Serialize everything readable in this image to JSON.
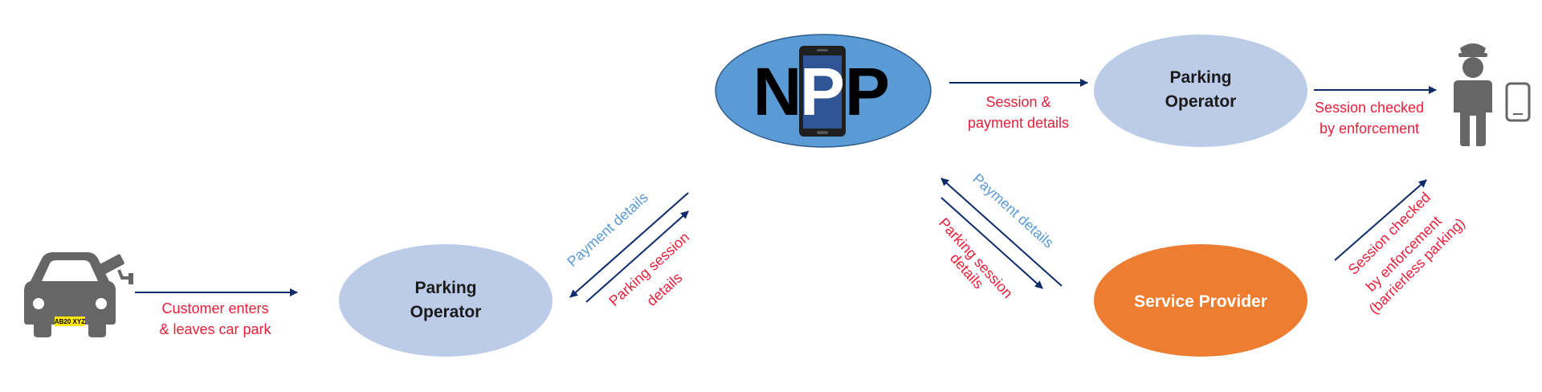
{
  "nodes": {
    "npp": {
      "label_left": "N",
      "label_mid": "P",
      "label_right": "P"
    },
    "operator_left": {
      "line1": "Parking",
      "line2": "Operator"
    },
    "operator_right": {
      "line1": "Parking",
      "line2": "Operator"
    },
    "service_provider": {
      "label": "Service Provider"
    }
  },
  "car": {
    "plate": "AB20 XYZ"
  },
  "labels": {
    "customer_line1": "Customer enters",
    "customer_line2": "& leaves car park",
    "left_payment": "Payment details",
    "left_session_line1": "Parking session",
    "left_session_line2": "details",
    "right_payment": "Payment details",
    "right_session_line1": "Parking session",
    "right_session_line2": "details",
    "top_session_line1": "Session &",
    "top_session_line2": "payment details",
    "enforce_line1": "Session checked",
    "enforce_line2": "by enforcement",
    "barrierless_line1": "Session checked",
    "barrierless_line2": "by enforcement",
    "barrierless_line3": "(barrierless parking)"
  },
  "colors": {
    "arrow": "#0d2a6b",
    "label_red": "#e8203a",
    "label_blue": "#5b9bd5",
    "npp_fill": "#5b9bd5",
    "operator_fill": "#bccce8",
    "service_fill": "#ed7d31",
    "icon_gray": "#666666"
  }
}
